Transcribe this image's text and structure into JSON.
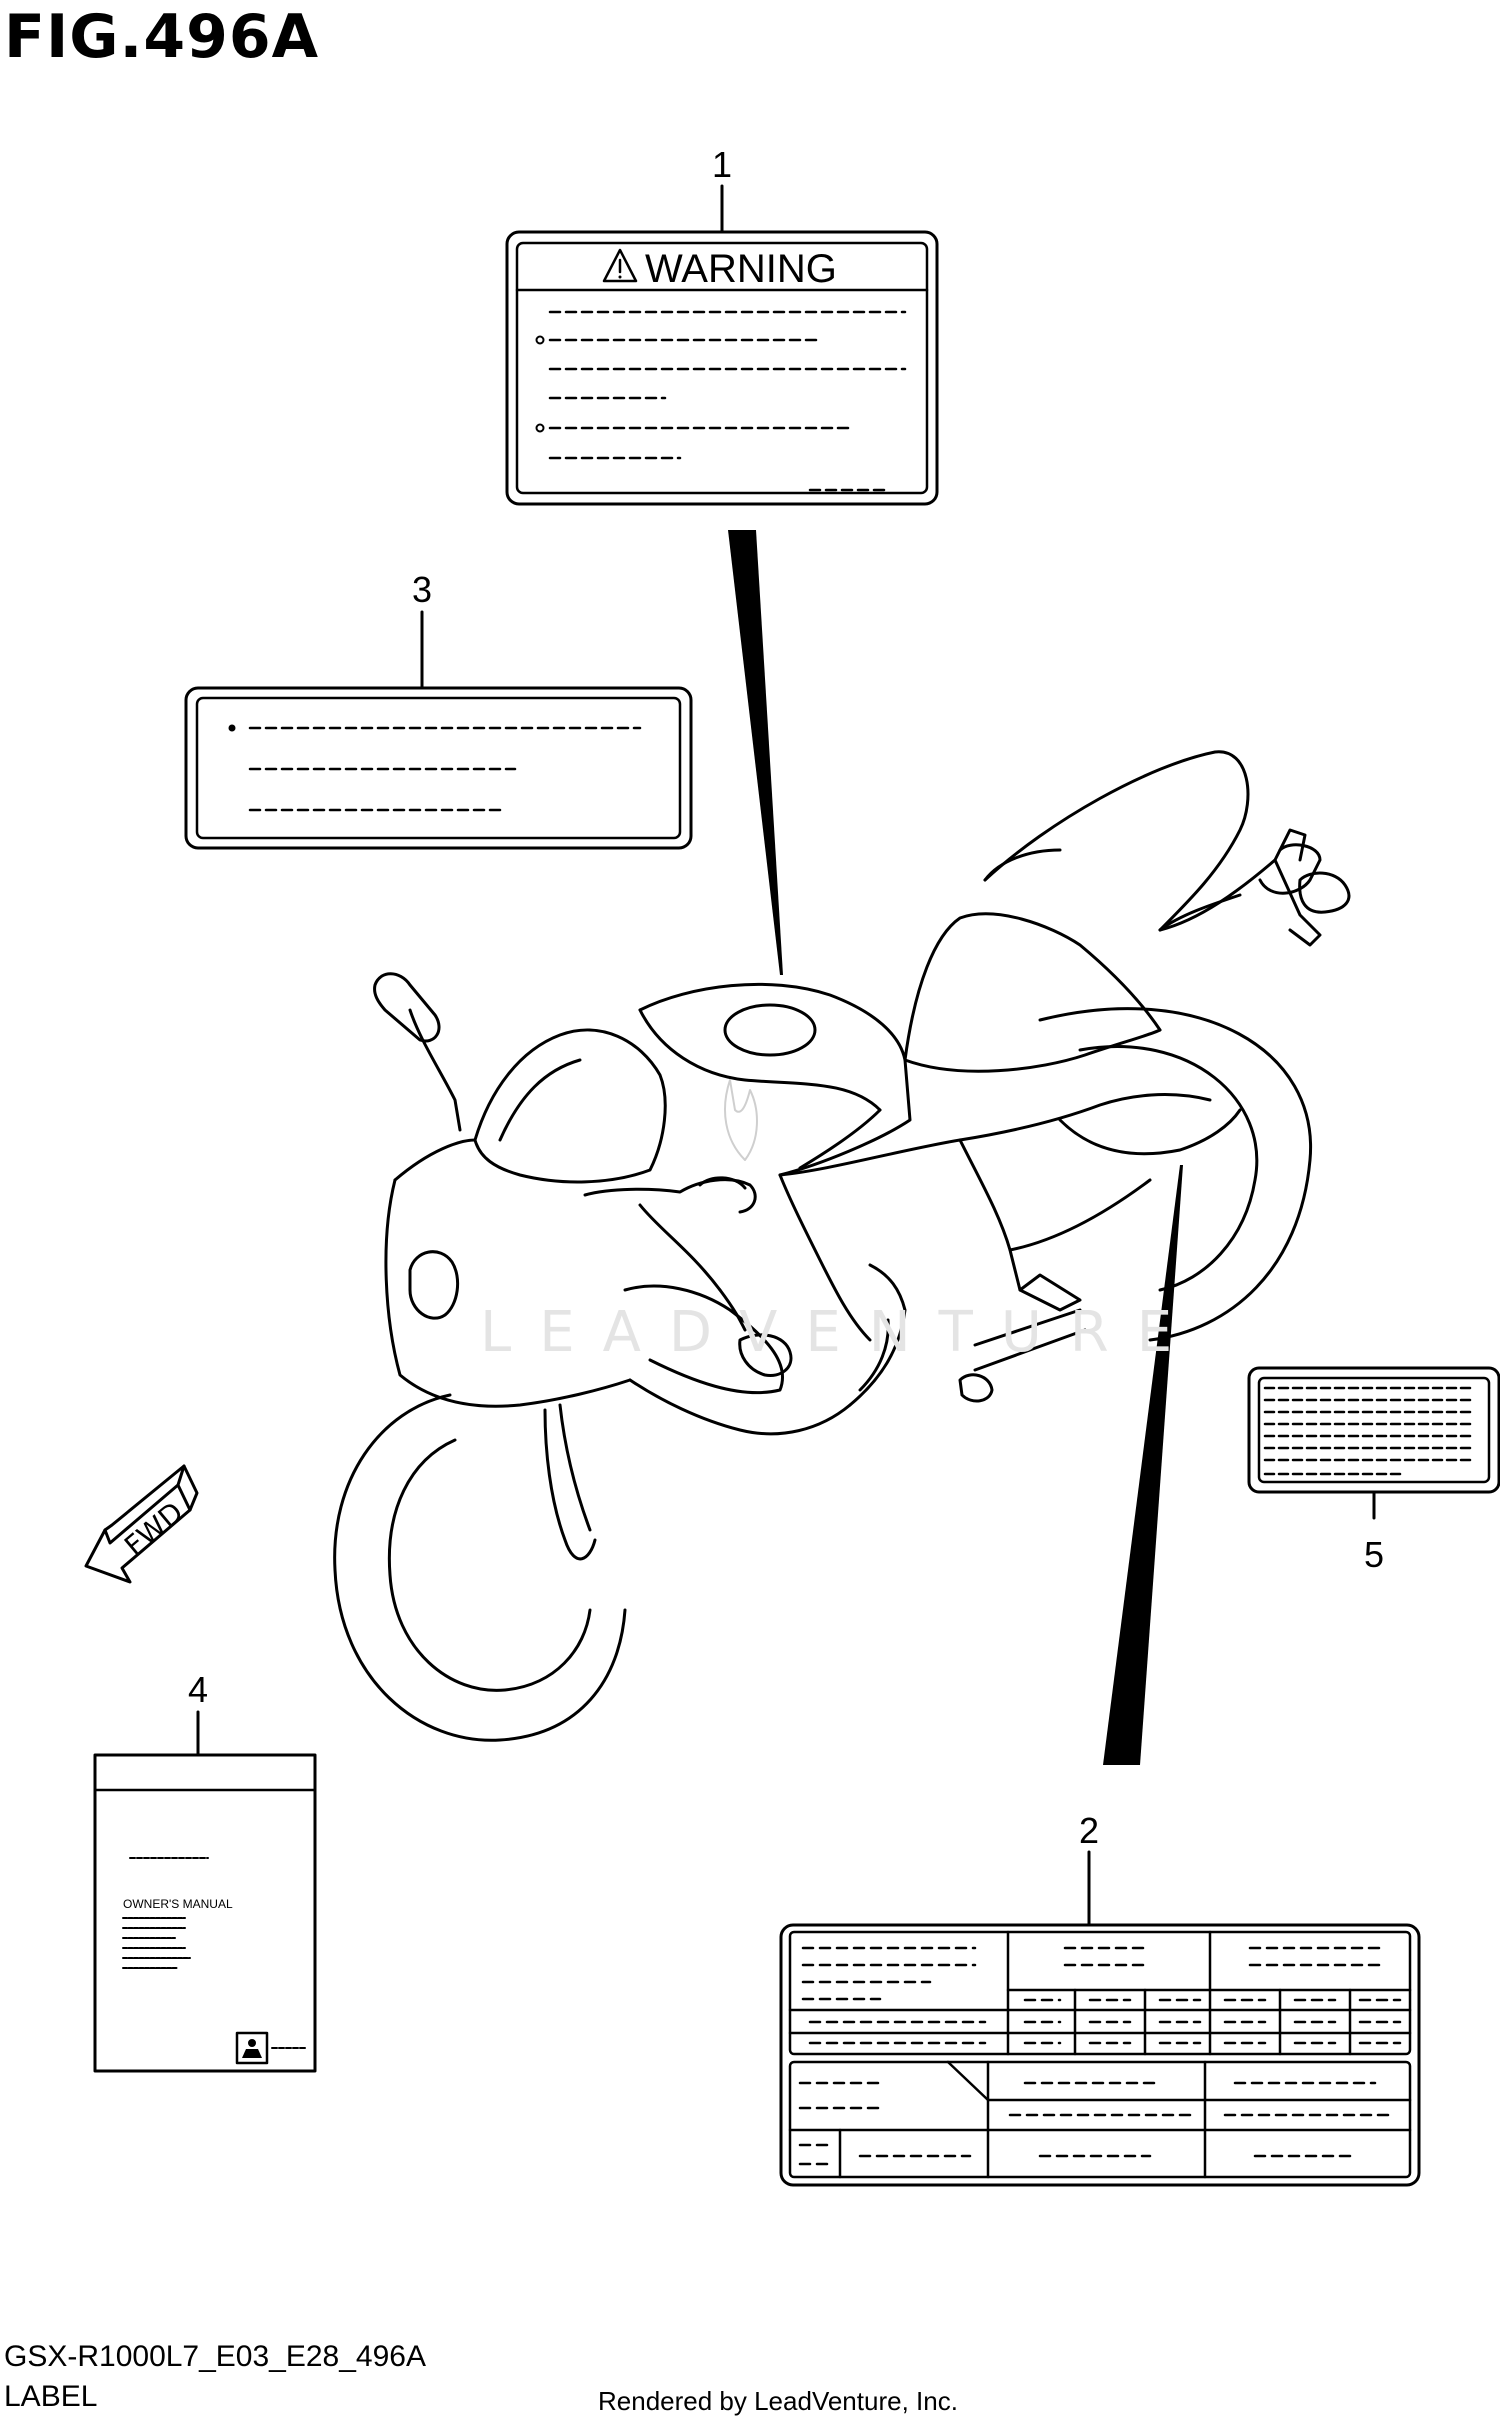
{
  "figure": {
    "title": "FIG.496A",
    "code": "GSX-R1000L7_E03_E28_496A",
    "section": "LABEL",
    "credit": "Rendered by LeadVenture, Inc.",
    "watermark": "LEADVENTURE"
  },
  "callouts": {
    "p1": "1",
    "p2": "2",
    "p3": "3",
    "p4": "4",
    "p5": "5"
  },
  "warning_label": {
    "heading": "WARNING",
    "footer_dashes": "------"
  },
  "manual": {
    "title": "OWNER'S MANUAL"
  },
  "direction_arrow": {
    "text": "FWD"
  }
}
